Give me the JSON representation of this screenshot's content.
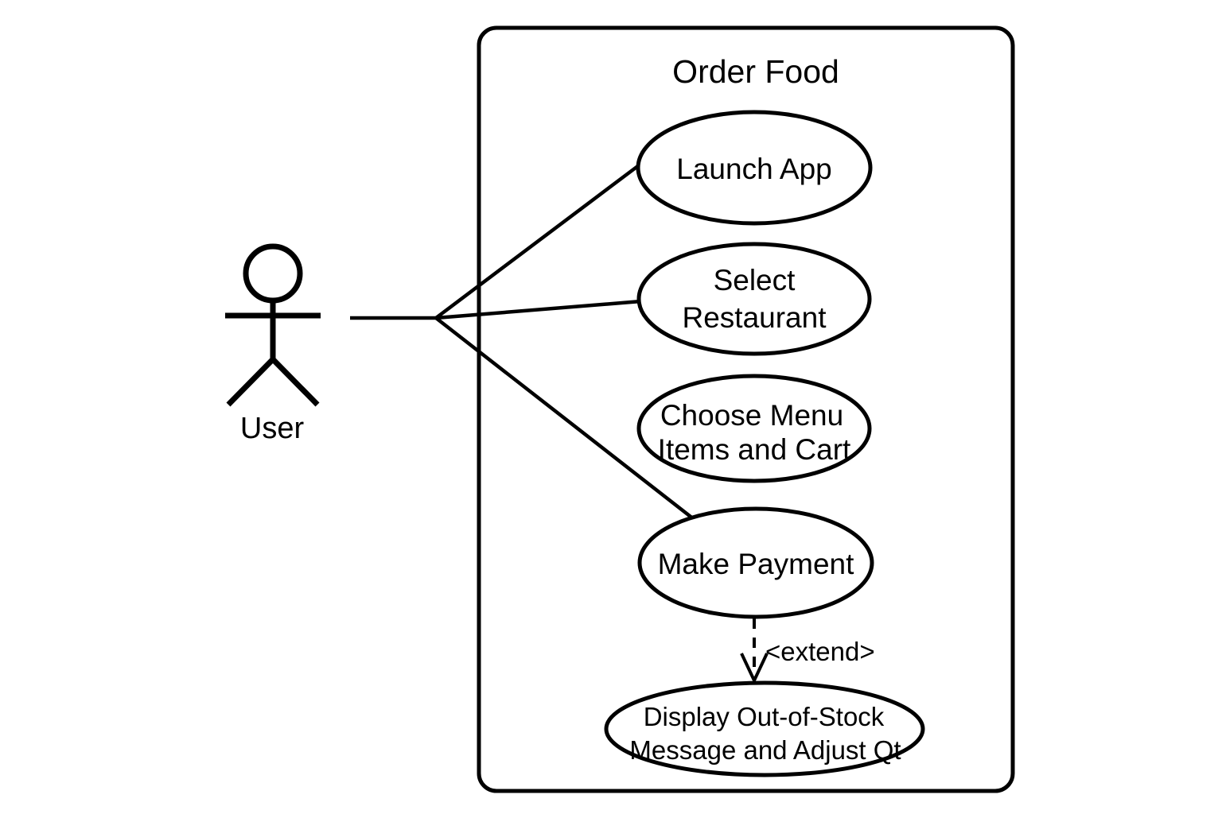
{
  "diagram": {
    "kind": "uml-use-case-diagram",
    "title": "Order Food",
    "colors": {
      "stroke": "#000000",
      "background": "#ffffff",
      "fill": "#ffffff"
    },
    "actor": {
      "label": "User",
      "icon": "stick-figure-actor-icon"
    },
    "system_boundary": {
      "label": "Order Food"
    },
    "use_cases": [
      {
        "id": "launch-app",
        "label": "Launch App",
        "lines": [
          "Launch App"
        ]
      },
      {
        "id": "select-restaurant",
        "label": "Select Restaurant",
        "lines": [
          "Select",
          "Restaurant"
        ]
      },
      {
        "id": "choose-menu-items-and-cart",
        "label": "Choose Menu Items and Cart",
        "lines": [
          "Choose Menu",
          "Items and Cart"
        ]
      },
      {
        "id": "make-payment",
        "label": "Make Payment",
        "lines": [
          "Make Payment"
        ]
      },
      {
        "id": "display-out-of-stock",
        "label": "Display Out-of-Stock Message and Adjust Qt",
        "lines": [
          "Display Out-of-Stock",
          "Message and Adjust Qt"
        ]
      }
    ],
    "associations": [
      {
        "from": "User",
        "to": "Launch App"
      },
      {
        "from": "User",
        "to": "Select Restaurant"
      },
      {
        "from": "User",
        "to": "Make Payment"
      }
    ],
    "relationships": [
      {
        "id": "extend-relationship",
        "label": "<extend>",
        "style": "dashed-arrow",
        "from": "Make Payment",
        "to": "Display Out-of-Stock Message and Adjust Qt"
      }
    ]
  }
}
